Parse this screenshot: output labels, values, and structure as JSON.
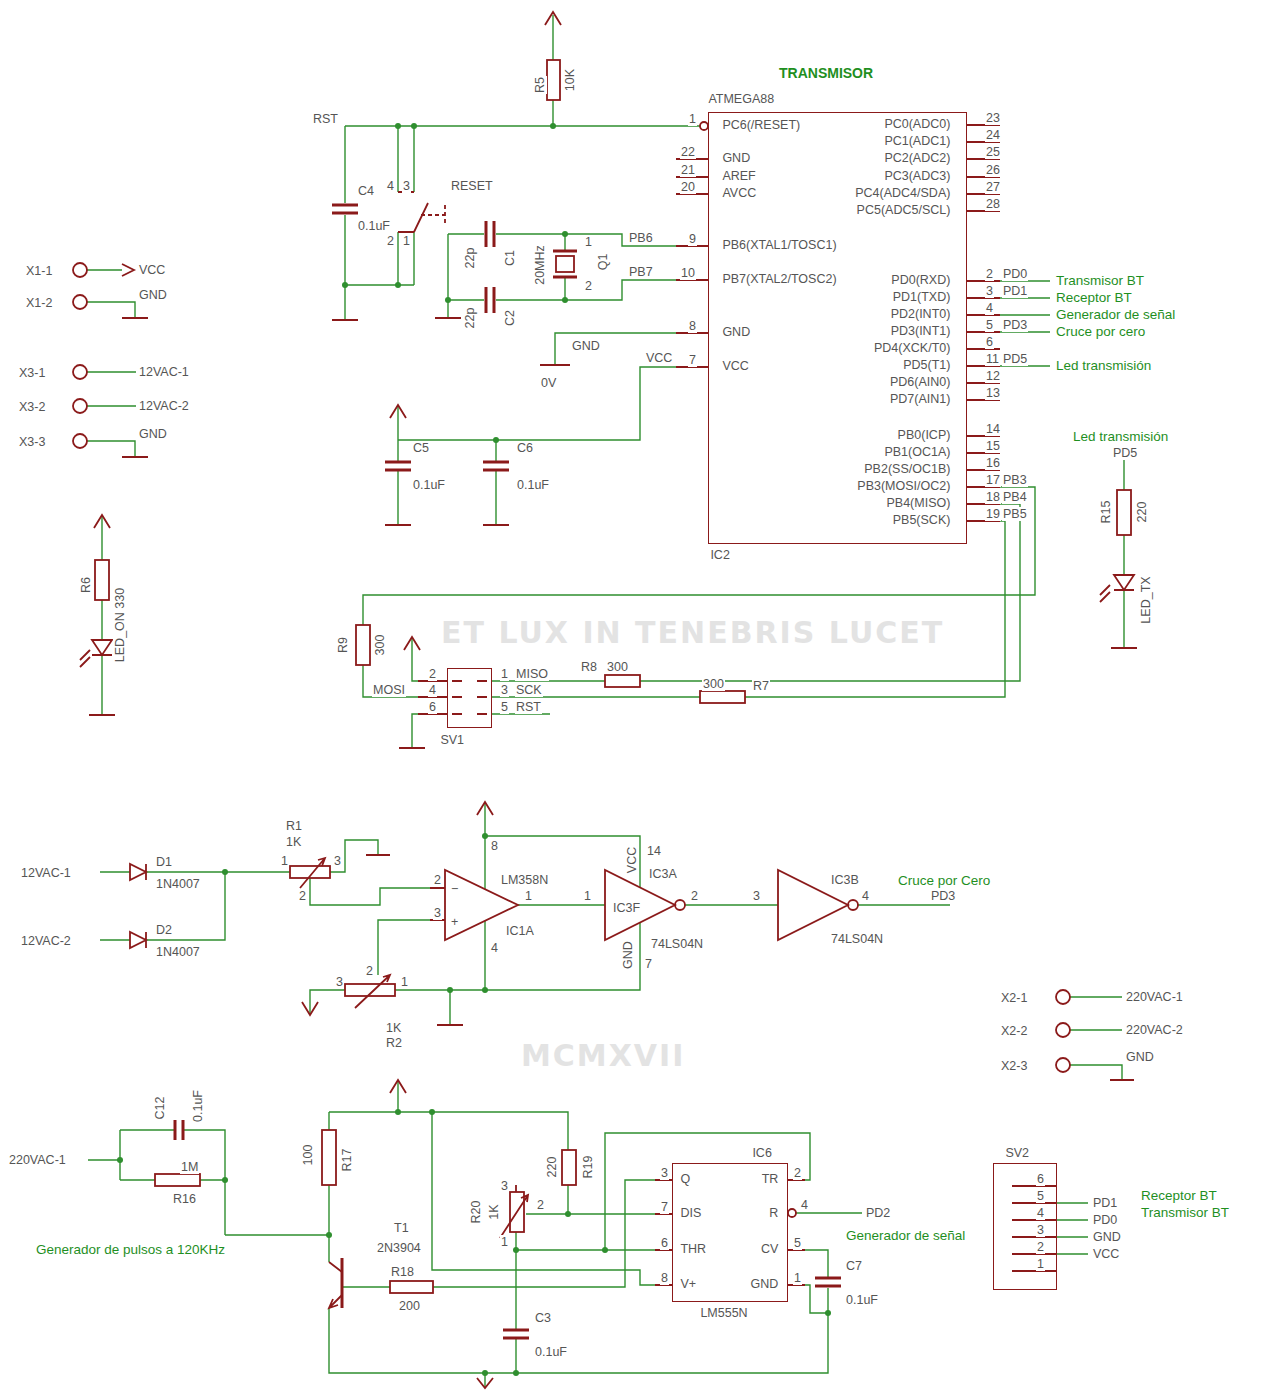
{
  "diagram": {
    "title": "TRANSMISOR",
    "nodes": [
      {
        "text": [
          "ATMEGA88",
          "IC2",
          "PC6(/RESET)",
          "GND",
          "AREF",
          "AVCC",
          "PB6(XTAL1/TOSC1)",
          "PB7(XTAL2/TOSC2)",
          "GND",
          "VCC",
          "PC0(ADC0)",
          "PC1(ADC1)",
          "PC2(ADC2)",
          "PC3(ADC3)",
          "PC4(ADC4/SDA)",
          "PC5(ADC5/SCL)",
          "PD0(RXD)",
          "PD1(TXD)",
          "PD2(INT0)",
          "PD3(INT1)",
          "PD4(XCK/T0)",
          "PD5(T1)",
          "PD6(AIN0)",
          "PD7(AIN1)",
          "PB0(ICP)",
          "PB1(OC1A)",
          "PB2(SS/OC1B)",
          "PB3(MOSI/OC2)",
          "PB4(MISO)",
          "PB5(SCK)"
        ]
      },
      {
        "text": [
          "SV1"
        ]
      },
      {
        "text": [
          "IC6",
          "Q",
          "DIS",
          "THR",
          "V+",
          "TR",
          "R",
          "CV",
          "GND",
          "LM555N"
        ]
      },
      {
        "text": [
          "SV2"
        ]
      }
    ],
    "labels": [
      "RST",
      "R5",
      "10K",
      "C4",
      "0.1uF",
      "RESET",
      "4",
      "3",
      "2",
      "1",
      "22p",
      "C1",
      "20MHz",
      "1",
      "2",
      "Q1",
      "PB6",
      "PB7",
      "22p",
      "C2",
      "GND",
      "0V",
      "VCC",
      "C5",
      "0.1uF",
      "C6",
      "0.1uF",
      "X1-1",
      "VCC",
      "X1-2",
      "GND",
      "X3-1",
      "12VAC-1",
      "X3-2",
      "12VAC-2",
      "X3-3",
      "GND",
      "R6",
      "LED_ON 330",
      "1",
      "22",
      "21",
      "20",
      "9",
      "10",
      "8",
      "7",
      "23",
      "24",
      "25",
      "26",
      "27",
      "28",
      "2",
      "3",
      "4",
      "5",
      "6",
      "11",
      "12",
      "13",
      "14",
      "15",
      "16",
      "17",
      "18",
      "19",
      "PD0",
      "PD1",
      "PD3",
      "PD5",
      "Transmisor BT",
      "Receptor BT",
      "Generador de señal",
      "Cruce por cero",
      "Led transmisión",
      "PB3",
      "PB4",
      "PB5",
      "Led transmisión",
      "PD5",
      "R15",
      "220",
      "LED_TX",
      "R9",
      "300",
      "MISO",
      "SCK",
      "RST",
      "MOSI",
      "1",
      "3",
      "5",
      "2",
      "4",
      "6",
      "300",
      "R8",
      "300",
      "R7",
      "R1",
      "1K",
      "1",
      "3",
      "2",
      "D1",
      "1N4007",
      "D2",
      "1N4007",
      "12VAC-1",
      "12VAC-2",
      "LM358N",
      "IC1A",
      "8",
      "4",
      "2",
      "3",
      "1",
      "−",
      "+",
      "IC3A",
      "14",
      "VCC",
      "GND",
      "7",
      "1",
      "IC3F",
      "2",
      "74LS04N",
      "3",
      "IC3B",
      "4",
      "74LS04N",
      "Cruce por Cero",
      "PD3",
      "2",
      "3",
      "1",
      "1K",
      "R2",
      "X2-1",
      "220VAC-1",
      "X2-2",
      "220VAC-2",
      "X2-3",
      "GND",
      "220VAC-1",
      "C12",
      "0.1uF",
      "1M",
      "R16",
      "Generador de pulsos a 120KHz",
      "100",
      "R17",
      "T1",
      "2N3904",
      "R18",
      "200",
      "220",
      "R19",
      "R20",
      "1K",
      "3",
      "2",
      "1",
      "C3",
      "0.1uF",
      "3",
      "7",
      "6",
      "8",
      "2",
      "4",
      "5",
      "1",
      "PD2",
      "Generador de señal",
      "C7",
      "0.1uF",
      "6",
      "5",
      "4",
      "3",
      "2",
      "1",
      "PD1",
      "PD0",
      "GND",
      "VCC",
      "Receptor BT",
      "Transmisor BT",
      "ET LUX IN TENEBRIS LUCET",
      "MCMXVII"
    ]
  }
}
